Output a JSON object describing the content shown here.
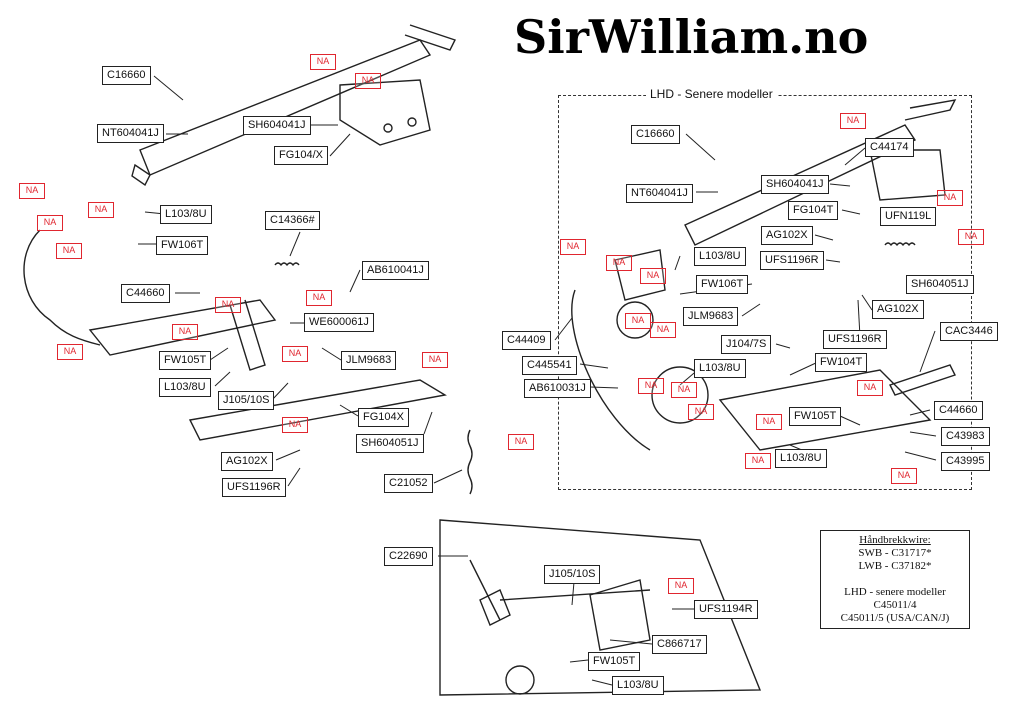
{
  "title": "SirWilliam.no",
  "lhd_box_title": "LHD - Senere modeller",
  "note": {
    "heading": "Håndbrekkwire:",
    "line1": "SWB - C31717*",
    "line2": "LWB - C37182*",
    "line3": "LHD - senere modeller",
    "line4": "C45011/4",
    "line5": "C45011/5 (USA/CAN/J)"
  },
  "na_label": "NA",
  "left_parts": [
    "C16660",
    "NT604041J",
    "SH604041J",
    "FG104/X",
    "L103/8U",
    "FW106T",
    "C14366#",
    "AB610041J",
    "C44660",
    "WE600061J",
    "FW105T",
    "JLM9683",
    "L103/8U",
    "J105/10S",
    "FG104X",
    "SH604051J",
    "AG102X",
    "UFS1196R"
  ],
  "right_parts": [
    "C16660",
    "C44174",
    "NT604041J",
    "SH604041J",
    "FG104T",
    "UFN119L",
    "AG102X",
    "L103/8U",
    "UFS1196R",
    "SH604051J",
    "FW106T",
    "AG102X",
    "JLM9683",
    "C44409",
    "J104/7S",
    "UFS1196R",
    "CAC3446",
    "C445541",
    "L103/8U",
    "FW104T",
    "AB610031J",
    "C44660",
    "FW105T",
    "C43983",
    "L103/8U",
    "C43995"
  ],
  "bottom_parts": [
    "C21052",
    "C22690",
    "J105/10S",
    "UFS1194R",
    "C866717",
    "FW105T",
    "L103/8U"
  ]
}
